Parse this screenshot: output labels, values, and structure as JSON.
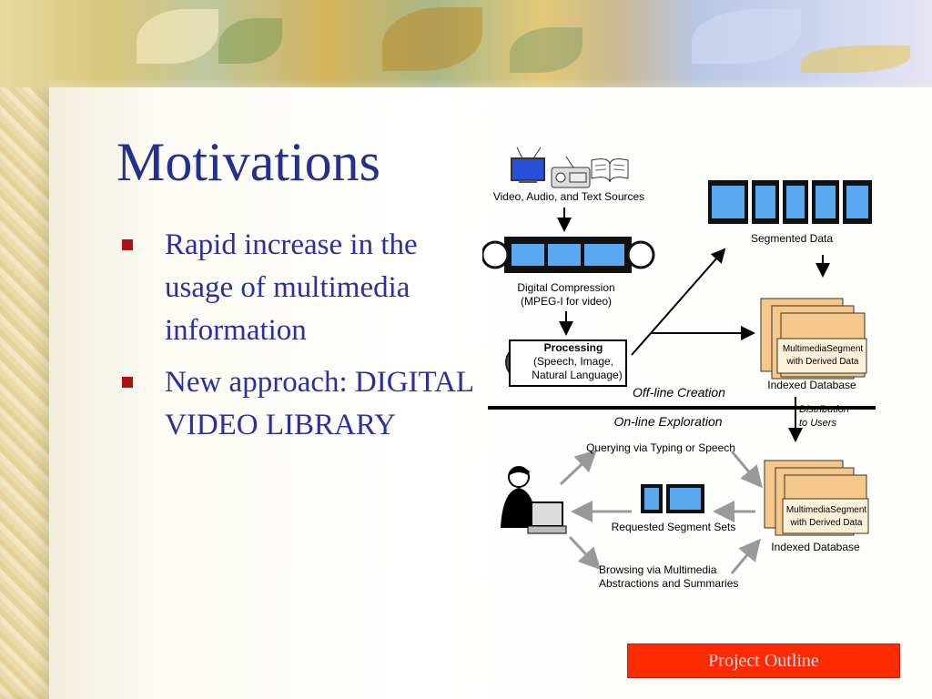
{
  "slide": {
    "title": "Motivations",
    "bullets": [
      "Rapid increase in the usage of multimedia information",
      "New approach: DIGITAL VIDEO LIBRARY"
    ]
  },
  "diagram": {
    "sources_label": "Video, Audio, and Text Sources",
    "compression_line1": "Digital Compression",
    "compression_line2": "(MPEG-I for video)",
    "processing_title": "Processing",
    "processing_line1": "(Speech, Image,",
    "processing_line2": "Natural Language)",
    "segmented_label": "Segmented Data",
    "db_seg_line1": "MultimediaSegment",
    "db_seg_line2": "with Derived Data",
    "indexed_db_label": "Indexed Database",
    "offline_label": "Off-line Creation",
    "online_label": "On-line Exploration",
    "distribution_line1": "Distribution",
    "distribution_line2": "to Users",
    "querying_label": "Querying via Typing or Speech",
    "requested_label": "Requested Segment Sets",
    "browsing_line1": "Browsing via Multimedia",
    "browsing_line2": "Abstractions and Summaries"
  },
  "footer": {
    "outline_button": "Project Outline"
  },
  "colors": {
    "title": "#23308f",
    "bullet_text": "#2b2fa0",
    "bullet_marker": "#b00f14",
    "button_bg": "#ff2b00",
    "film_blue": "#5aa9f0",
    "folder_fill": "#f6c889"
  }
}
